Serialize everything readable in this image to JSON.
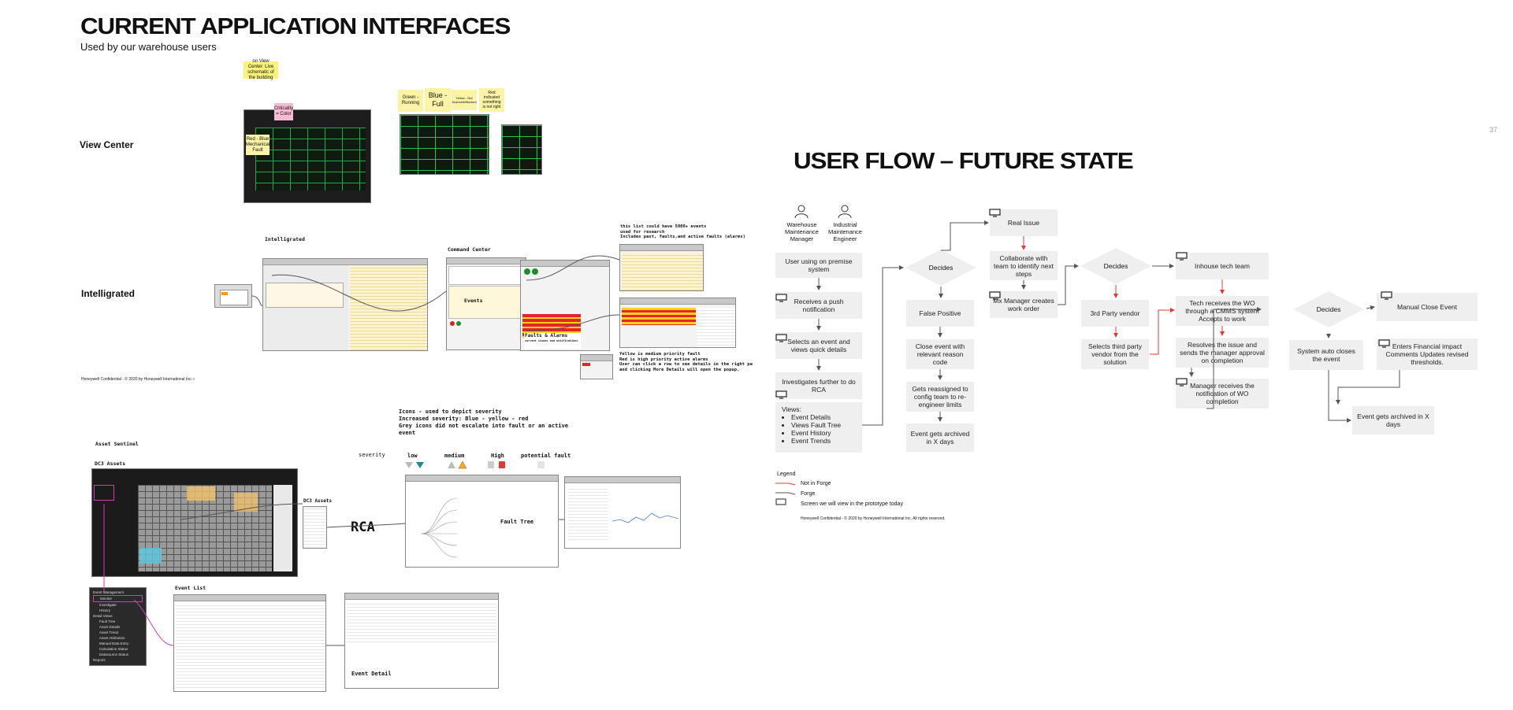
{
  "left": {
    "title": "CURRENT APPLICATION INTERFACES",
    "subtitle": "Used by our warehouse users",
    "sections": {
      "view_center": "View Center",
      "intelligrated": "Intelligrated"
    },
    "stickies": {
      "view_center_note": "on View Center: Live schematic of the building",
      "criticality": "Criticality = Color",
      "red_blue": "Red - Blue Mechanical Fault",
      "green": "Green - Running",
      "blue": "Blue - Full",
      "yellow": "Yellow - Not Scanned/Blocked",
      "red": "Red indicated something is not right"
    },
    "intelligrated_labels": {
      "intelligrated": "Intelligrated",
      "command_center": "Command Center",
      "events": "Events",
      "faults_title": "Faults & Alarms",
      "faults_sub": "current issues and notifications",
      "list_note": "this list could have 5000+ events\nused for research\nIncludes past, faults,and active faults (alarms)",
      "priority_note": "Yellow is medium priority fault\nRed is high priority active alarms\nUser can click a row to see details in the right pa\nand clicking More Details will open the popup."
    },
    "confidential": "Honeywell Confidential - © 2020 by Honeywell International Inc. r",
    "asset_sentinel": {
      "title": "Asset Sentinel",
      "dc3_assets": "DC3 Assets",
      "dc3_assets_small": "DC3 Assets",
      "rca": "RCA",
      "fault_tree": "Fault Tree",
      "event_list": "Event List",
      "event_detail": "Event Detail",
      "severity": "severity",
      "icons_note": "Icons - used to depict severity\nIncreased severity: Blue - yellow - red\nGrey icons did not escalate into fault or an active\nevent",
      "levels": [
        "low",
        "medium",
        "High",
        "potential fault"
      ],
      "nav_items": [
        "Event Management",
        "Monitor",
        "Investigate",
        "History",
        "Detail Views",
        "Fault Tree",
        "Asset Details",
        "Asset Trend",
        "Asset Attribution",
        "Manual Data Entry",
        "Calculation Status",
        "Datasource Status",
        "Reports"
      ]
    }
  },
  "right": {
    "page_number": "37",
    "title": "USER FLOW – FUTURE STATE",
    "personas": [
      "Warehouse Maintenance Manager",
      "Industrial Maintenance Engineer"
    ],
    "boxes": {
      "user_premise": "User using on premise system",
      "push": "Receives a push notification",
      "selects_event": "Selects an event and views quick details",
      "investigates": "Investigates further to do RCA",
      "views_title": "Views:",
      "views_items": [
        "Event Details",
        "Views Fault Tree",
        "Event History",
        "Event Trends"
      ],
      "decides1": "Decides",
      "false_positive": "False Positive",
      "close_event": "Close event with relevant reason code",
      "reassigned": "Gets reassigned to config team to re-engineer limits",
      "archived1": "Event gets archived in X days",
      "real_issue": "Real Issue",
      "collaborate": "Collaborate with team to identify next steps",
      "mx_manager": "Mx Manager creates work order",
      "decides2": "Decides",
      "third_party": "3rd Party vendor",
      "selects_vendor": "Selects third party vendor from the solution",
      "inhouse": "Inhouse tech team",
      "tech_receives": "Tech receives the WO through a CMMS system Accepts to work",
      "resolves": "Resolves the issue and sends the manager approval on completion",
      "manager_receives": "Manager receives the notification of WO completion",
      "decides3": "Decides",
      "auto_close": "System auto closes the event",
      "manual_close": "Manual Close Event",
      "financial": "Enters Financial impact Comments Updates revised thresholds.",
      "archived2": "Event gets archived in X days"
    },
    "legend": {
      "title": "Legend",
      "items": [
        "Not in Forge",
        "Forge",
        "Screen we will view in the prototype today"
      ]
    },
    "confidential": "Honeywell Confidential - © 2020 by Honeywell International Inc. All rights reserved.",
    "colors": {
      "not_in_forge": "#e53935",
      "forge": "#555555",
      "box": "#efefef"
    }
  }
}
